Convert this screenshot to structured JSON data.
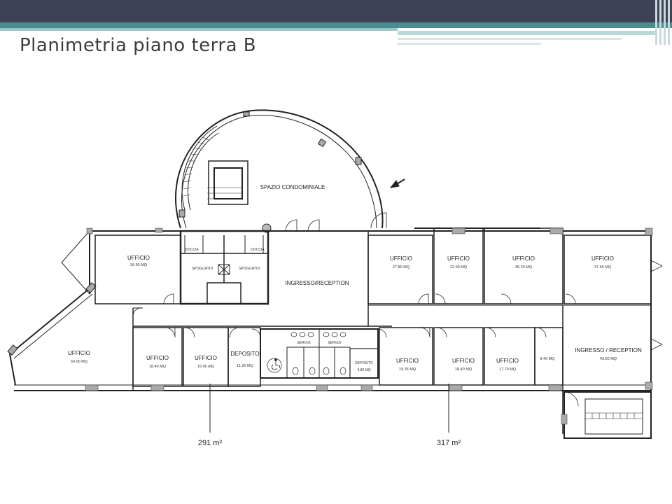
{
  "slide": {
    "title": "Planimetria piano terra B"
  },
  "rooms": [
    {
      "id": "r1",
      "name": "UFFICIO",
      "size": "36.90 MQ"
    },
    {
      "id": "r2",
      "name": "UFFICIO",
      "size": "50.00 MQ"
    },
    {
      "id": "r3",
      "name": "UFFICIO",
      "size": "18.40 MQ"
    },
    {
      "id": "r4",
      "name": "UFFICIO",
      "size": "16.00 MQ"
    },
    {
      "id": "r5",
      "name": "DEPOSITO",
      "size": "11.20 MQ"
    },
    {
      "id": "r6",
      "name": "DEPOSITO",
      "size": "4.80 MQ"
    },
    {
      "id": "r7",
      "name": "UFFICIO",
      "size": "27.80 MQ"
    },
    {
      "id": "r8",
      "name": "UFFICIO",
      "size": "22.00 MQ"
    },
    {
      "id": "r9",
      "name": "UFFICIO",
      "size": "35.20 MQ"
    },
    {
      "id": "r10",
      "name": "UFFICIO",
      "size": "37.60 MQ"
    },
    {
      "id": "r11",
      "name": "UFFICIO",
      "size": "19.35 MQ"
    },
    {
      "id": "r12",
      "name": "UFFICIO",
      "size": "18.40 MQ"
    },
    {
      "id": "r13",
      "name": "UFFICIO",
      "size": "17.70 MQ"
    },
    {
      "id": "r14",
      "name": "",
      "size": "9.40 MQ"
    },
    {
      "id": "r15",
      "name": "INGRESSO / RECEPTION",
      "size": "43.60 MQ"
    }
  ],
  "labels": {
    "spazio": "SPAZIO CONDOMINIALE",
    "ingresso": "INGRESSO/RECEPTION",
    "spogliatoi_left": "SPOGLIATOI",
    "spogliatoi_right": "SPOGLIATOI",
    "doccia_left": "DOCCIA",
    "doccia_right": "DOCCIA",
    "servizi_left": "SERVIZI",
    "servizi_right": "SERVIZI"
  },
  "areas": {
    "left": "291 m²",
    "right": "317 m²"
  }
}
